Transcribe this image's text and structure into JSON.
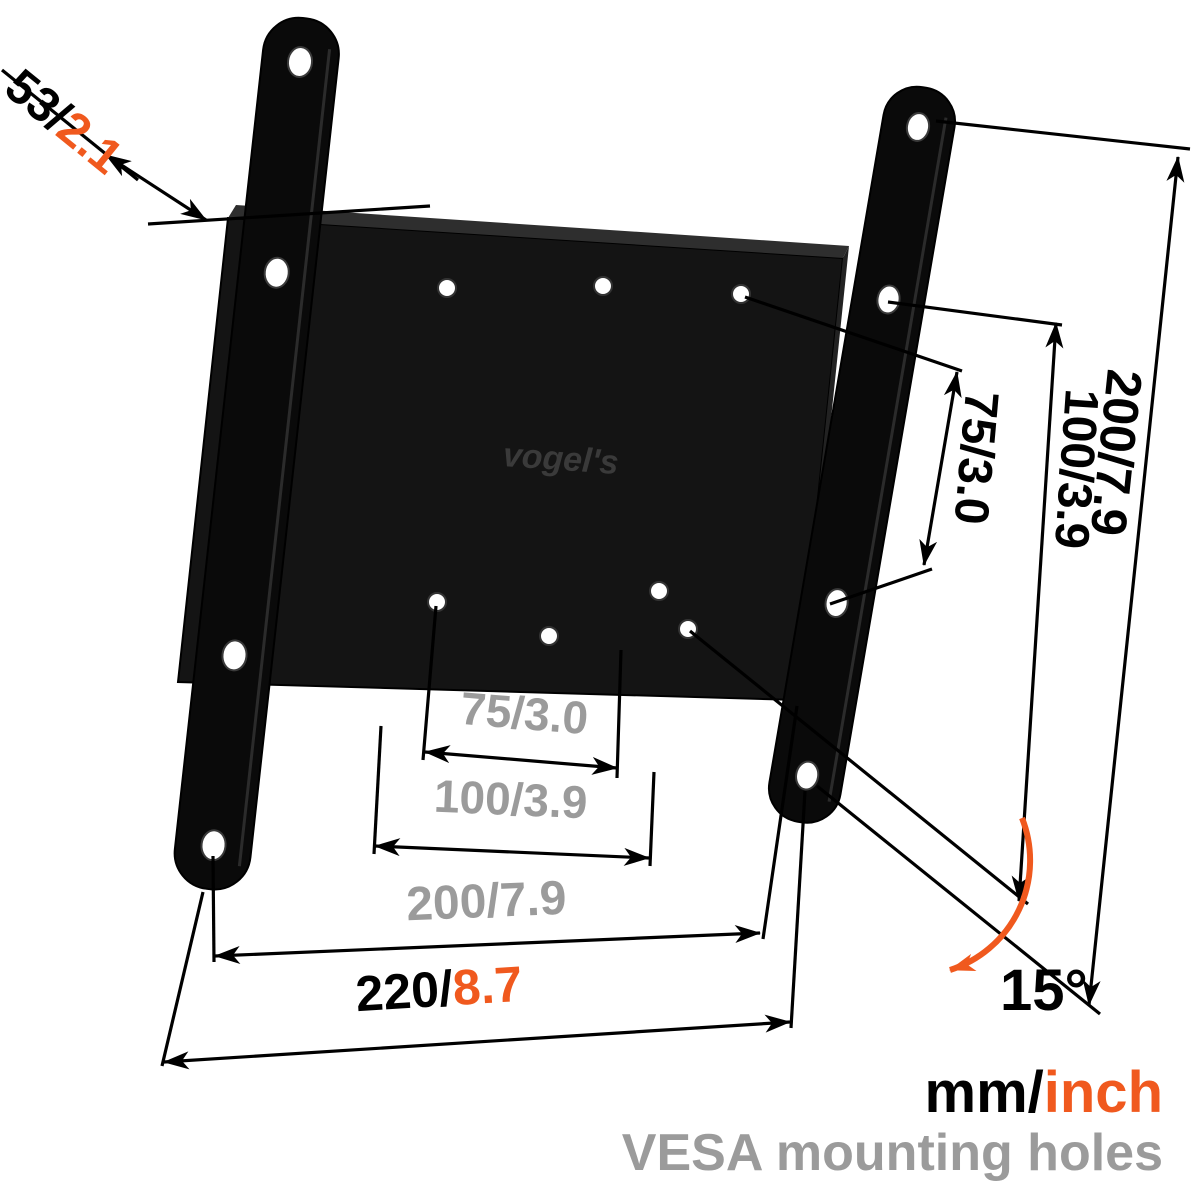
{
  "colors": {
    "accent": "#F0591E",
    "gray": "#9B9B9B",
    "ink": "#000000",
    "plate": "#141414",
    "rail": "#0A0A0A"
  },
  "mount": {
    "logo": "vogel's"
  },
  "dims": {
    "depth_mm": "53/",
    "depth_inch": "2.1",
    "right_200": "200/7.9",
    "right_100": "100/3.9",
    "right_75": "75/3.0",
    "bottom_75": "75/3.0",
    "bottom_100": "100/3.9",
    "bottom_200": "200/7.9",
    "bottom_220_mm": "220/",
    "bottom_220_inch": "8.7",
    "tilt_angle": "15°"
  },
  "footer": {
    "units_mm": "mm/",
    "units_inch": "inch",
    "caption": "VESA mounting holes"
  }
}
